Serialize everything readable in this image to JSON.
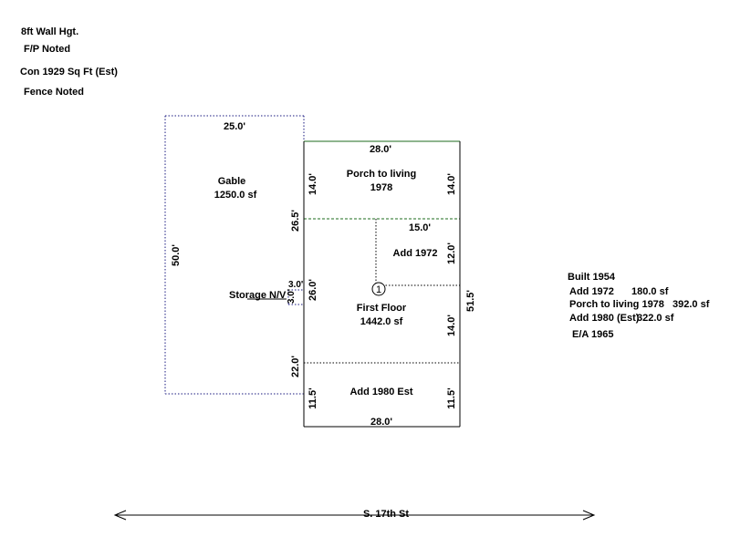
{
  "notes": {
    "wall_height": "8ft Wall Hgt.",
    "fireplace": "F/P Noted",
    "con_sqft": "Con 1929 Sq Ft (Est)",
    "fence": "Fence Noted"
  },
  "areas": {
    "gable": {
      "name": "Gable",
      "area": "1250.0 sf",
      "width": "25.0'",
      "height": "50.0'"
    },
    "porch": {
      "name": "Porch to living",
      "year": "1978",
      "width": "28.0'",
      "left": "14.0'",
      "right": "14.0'"
    },
    "add1972": {
      "name": "Add 1972",
      "width": "15.0'",
      "right": "12.0'"
    },
    "first_floor": {
      "name": "First Floor",
      "area": "1442.0 sf",
      "marker": "1",
      "left_upper": "26.5'",
      "left_mid": "26.0'",
      "left_lower": "22.0'",
      "right": "51.5'",
      "right_inner": "14.0'"
    },
    "storage": {
      "name": "Storage N/V",
      "top": "3.0'",
      "side": "3.0'"
    },
    "add1980": {
      "name": "Add 1980 Est",
      "width": "28.0'",
      "left": "11.5'",
      "right": "11.5'"
    }
  },
  "legend": {
    "built": "Built 1954",
    "rows": [
      {
        "label": "Add 1972",
        "value": "180.0 sf"
      },
      {
        "label": "Porch to living 1978",
        "value": "392.0 sf"
      },
      {
        "label": "Add 1980 (Est)",
        "value": "322.0 sf"
      }
    ],
    "ea": "E/A 1965"
  },
  "street": {
    "name": "S. 17th St"
  },
  "colors": {
    "gable_outline": "#1a1a80",
    "porch_outline": "#1e6b1e",
    "outline": "#000000"
  }
}
